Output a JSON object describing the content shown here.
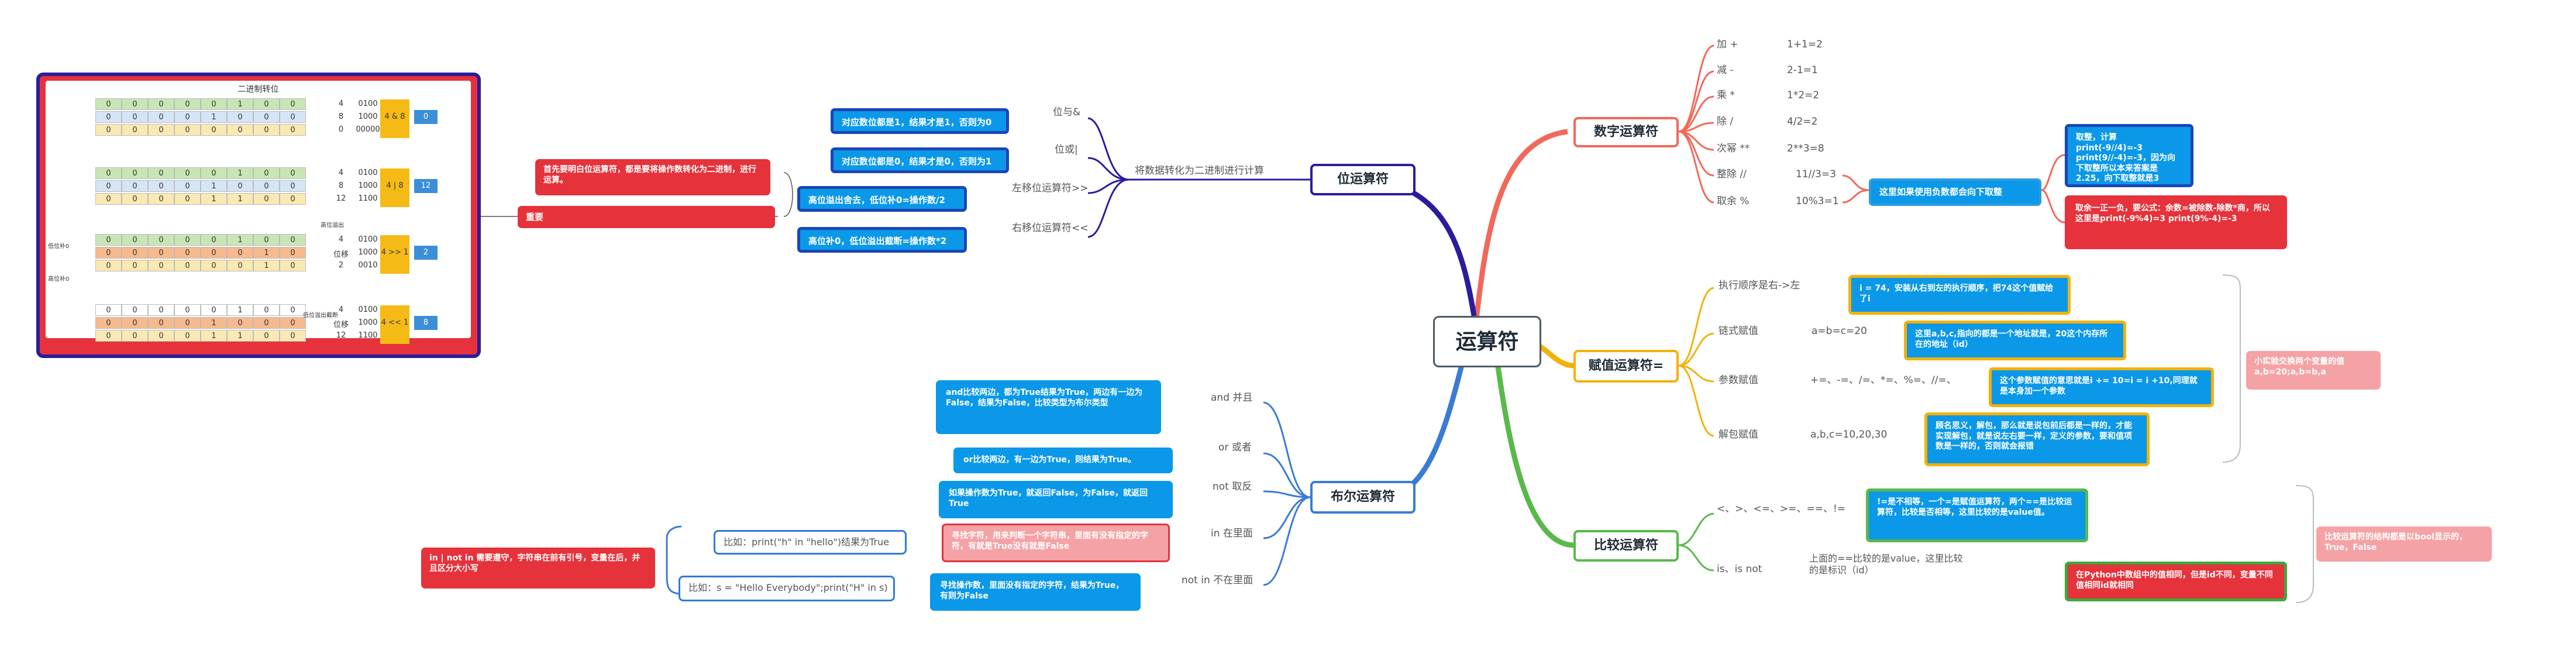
{
  "root": "运算符",
  "sections": {
    "math": "数字运算符",
    "assign": "赋值运算符=",
    "compare": "比较运算符",
    "bitwise": "位运算符",
    "bool": "布尔运算符"
  },
  "math": {
    "ops": [
      {
        "op": "加 +",
        "ex": "1+1=2"
      },
      {
        "op": "减 -",
        "ex": "2-1=1"
      },
      {
        "op": "乘 *",
        "ex": "1*2=2"
      },
      {
        "op": "除 /",
        "ex": "4/2=2"
      },
      {
        "op": "次幂 **",
        "ex": "2**3=8"
      },
      {
        "op": "整除 //",
        "ex": "11//3=3"
      },
      {
        "op": "取余 %",
        "ex": "10%3=1"
      }
    ],
    "note": "这里如果使用负数都会向下取整",
    "floor_note": "取整，计算print(-9//4)=-3 print(9//-4)=-3，因为向下取整所以本来答案是2.25，向下取整就是3",
    "mod_note": "取余一正一负，要公式：余数=被除数-除数*商，所以这里是print(-9%4)=3 print(9%-4)=-3"
  },
  "assign": {
    "items": [
      {
        "label": "执行顺序是右->左",
        "note": "i = 74，安装从右到左的执行顺序，把74这个值赋给了i"
      },
      {
        "label": "链式赋值",
        "ex": "a=b=c=20",
        "note": "这里a,b,c,指向的都是一个地址就是，20这个内存所在的地址（id）"
      },
      {
        "label": "参数赋值",
        "ex": "+=、-=、/=、*=、%=、//=、",
        "note": "这个参数赋值的意思就是i += 10=i = i +10,同理就是本身加一个参数"
      },
      {
        "label": "解包赋值",
        "ex": "a,b,c=10,20,30",
        "note": "顾名思义，解包，那么就是说包前后都是一样的，才能实现解包，就是说左右要一样，定义的参数，要和值项数是一样的，否则就会报错"
      }
    ],
    "side_note": "小实验交换两个变量的值 a,b=20;a,b=b,a"
  },
  "compare": {
    "ops": "<、>、<=、>=、==、!=",
    "ops_note": "!=是不相等，一个=是赋值运算符，两个==是比较运算符，比较是否相等，这里比较的是value值。",
    "is_label": "is、is not",
    "is_desc": "上面的==比较的是value，这里比较的是标识（id）",
    "is_note": "在Python中数组中的值相同，但是id不同，变量不同值相同id就相同",
    "side_note": "比较运算符的结构都是以bool显示的，True，False"
  },
  "bitwise": {
    "convert": "将数据转化为二进制进行计算",
    "ops": [
      {
        "label": "位与&",
        "note": "对应数位都是1，结果才是1，否则为0"
      },
      {
        "label": "位或|",
        "note": "对应数位都是0，结果才是0，否则为1"
      },
      {
        "label": "左移位运算符>>",
        "note": "高位溢出舍去，低位补0=操作数/2"
      },
      {
        "label": "右移位运算符<<",
        "note": "高位补0，低位溢出截断=操作数*2"
      }
    ],
    "intro": "首先要明白位运算符，都是要将操作数转化为二进制，进行运算。",
    "important": "重要"
  },
  "bool": {
    "ops": [
      {
        "label": "and 并且",
        "note": "and比较两边，都为True结果为True，两边有一边为False，结果为False，比较类型为布尔类型"
      },
      {
        "label": "or 或者",
        "note": "or比较两边，有一边为True，则结果为True。"
      },
      {
        "label": "not 取反",
        "note": "如果操作数为True，就返回False，为False，就返回True"
      },
      {
        "label": "in 在里面",
        "note": "寻找字符，用来判断一个字符串，里面有没有指定的字符，有就是True没有就是False"
      },
      {
        "label": "not in 不在里面",
        "note": "寻找操作数，里面没有指定的字符，结果为True，有则为False"
      }
    ],
    "example1": "比如：print(\"h\" in \"hello\")结果为True",
    "example2": "比如：s = \"Hello Everybody\";print(\"H\" in s)",
    "side_note": "in | not in 需要遵守，字符串在前有引号，变量在后，并且区分大小写"
  },
  "binary": {
    "title": "二进制转位",
    "rows": [
      {
        "bits": [
          "0",
          "0",
          "0",
          "0",
          "0",
          "1",
          "0",
          "0"
        ],
        "num": "4",
        "bin": "0100"
      },
      {
        "bits": [
          "0",
          "0",
          "0",
          "0",
          "1",
          "0",
          "0",
          "0"
        ],
        "num": "8",
        "bin": "1000",
        "op": "4 & 8",
        "res": "0"
      },
      {
        "bits": [
          "0",
          "0",
          "0",
          "0",
          "0",
          "0",
          "0",
          "0"
        ],
        "num": "0",
        "bin": "00000"
      },
      {
        "bits": [
          "0",
          "0",
          "0",
          "0",
          "0",
          "1",
          "0",
          "0"
        ],
        "num": "4",
        "bin": "0100"
      },
      {
        "bits": [
          "0",
          "0",
          "0",
          "0",
          "1",
          "0",
          "0",
          "0"
        ],
        "num": "8",
        "bin": "1000",
        "op": "4 | 8",
        "res": "12"
      },
      {
        "bits": [
          "0",
          "0",
          "0",
          "0",
          "1",
          "1",
          "0",
          "0"
        ],
        "num": "12",
        "bin": "1100"
      },
      {
        "bits": [
          "0",
          "0",
          "0",
          "0",
          "0",
          "1",
          "0",
          "0"
        ],
        "num": "4",
        "bin": "0100"
      },
      {
        "bits": [
          "0",
          "0",
          "0",
          "0",
          "0",
          "0",
          "1",
          "0"
        ],
        "num": "位移",
        "bin": "1000",
        "op": "4 >> 1",
        "res": "2"
      },
      {
        "bits": [
          "0",
          "0",
          "0",
          "0",
          "0",
          "0",
          "1",
          "0"
        ],
        "num": "2",
        "bin": "0010"
      },
      {
        "bits": [
          "0",
          "0",
          "0",
          "0",
          "0",
          "1",
          "0",
          "0"
        ],
        "num": "4",
        "bin": "0100"
      },
      {
        "bits": [
          "0",
          "0",
          "0",
          "0",
          "1",
          "0",
          "0",
          "0"
        ],
        "num": "位移",
        "bin": "1000",
        "op": "4 << 1",
        "res": "8"
      },
      {
        "bits": [
          "0",
          "0",
          "0",
          "0",
          "1",
          "1",
          "0",
          "0"
        ],
        "num": "12",
        "bin": "1100"
      }
    ],
    "side_labels": [
      "高位溢出",
      "低位补0",
      "高位补0",
      "低位溢出截断"
    ]
  },
  "colors": {
    "math": "#f0695a",
    "assign": "#f2b20a",
    "compare": "#59b94a",
    "bitwise": "#2a1c9c",
    "bool": "#3a7bd5"
  }
}
